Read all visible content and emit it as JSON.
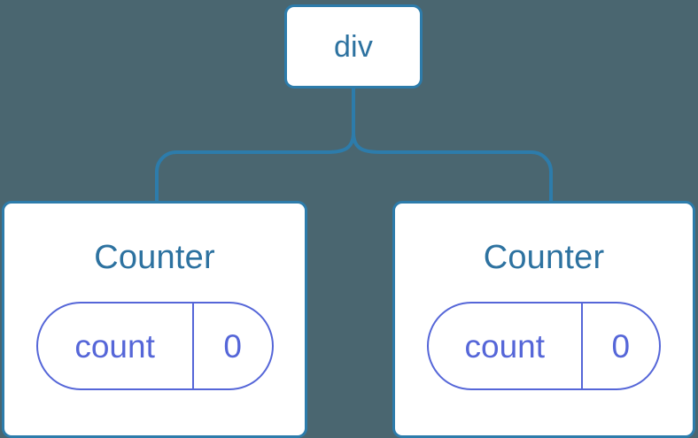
{
  "diagram": {
    "type": "component-tree",
    "background_color": "#4a6670",
    "node_border_color": "#2d7cab",
    "node_fill_color": "#ffffff",
    "node_text_color": "#2d72a0",
    "state_accent_color": "#5566d8",
    "connector_color": "#2d7cab",
    "root": {
      "label": "div"
    },
    "children": [
      {
        "title": "Counter",
        "state": {
          "key": "count",
          "value": "0"
        }
      },
      {
        "title": "Counter",
        "state": {
          "key": "count",
          "value": "0"
        }
      }
    ]
  }
}
